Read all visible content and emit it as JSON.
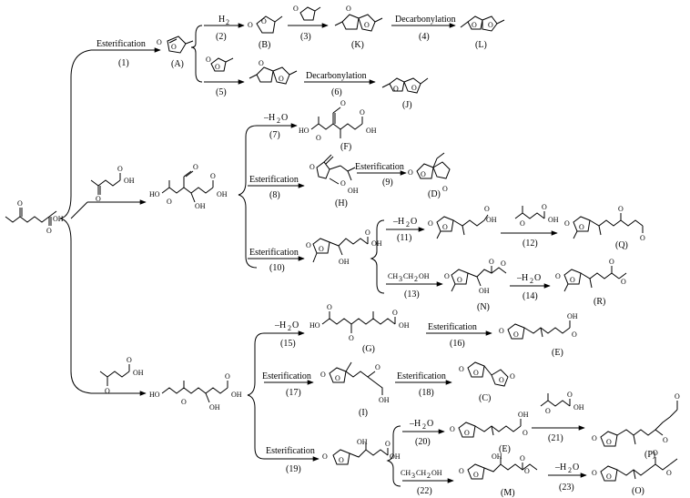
{
  "reagents": {
    "h2": "H",
    "h2_sub": "2",
    "esterification": "Esterification",
    "decarbonylation": "Decarbonylation",
    "minus_h2o": "–H",
    "h2o_sub": "2",
    "h2o_o": "O",
    "ethanol": "CH",
    "ethanol_sub1": "3",
    "ethanol_mid": "CH",
    "ethanol_sub2": "2",
    "ethanol_end": "OH"
  },
  "steps": [
    "(1)",
    "(2)",
    "(3)",
    "(4)",
    "(5)",
    "(6)",
    "(7)",
    "(8)",
    "(9)",
    "(10)",
    "(11)",
    "(12)",
    "(13)",
    "(14)",
    "(15)",
    "(16)",
    "(17)",
    "(18)",
    "(19)",
    "(20)",
    "(21)",
    "(22)",
    "(23)"
  ],
  "compounds": [
    "(A)",
    "(B)",
    "(K)",
    "(L)",
    "(J)",
    "(F)",
    "(H)",
    "(D)",
    "(N)",
    "(Q)",
    "(R)",
    "(G)",
    "(E)",
    "(I)",
    "(C)",
    "(M)",
    "(P)",
    "(O)"
  ],
  "atoms": {
    "O": "O",
    "OH": "OH",
    "HO": "HO"
  }
}
